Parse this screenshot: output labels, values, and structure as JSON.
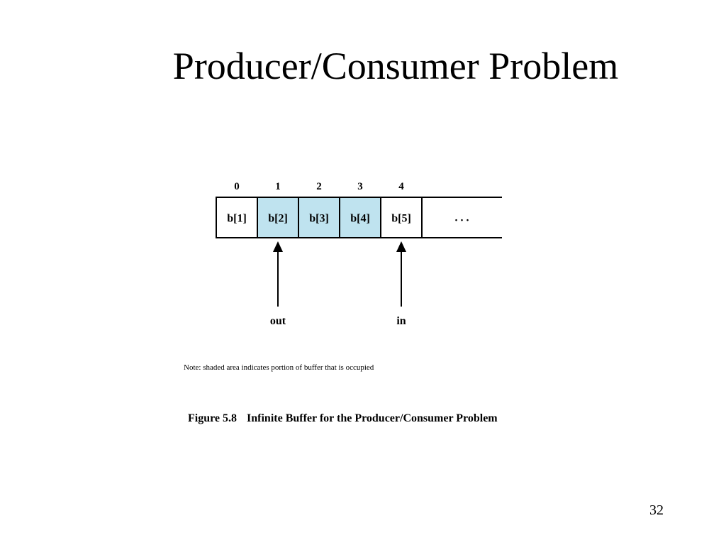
{
  "slide": {
    "title": "Producer/Consumer Problem",
    "page_number": "32"
  },
  "diagram": {
    "index_labels": [
      "0",
      "1",
      "2",
      "3",
      "4"
    ],
    "cells": [
      {
        "label": "b[1]",
        "occupied": false
      },
      {
        "label": "b[2]",
        "occupied": true
      },
      {
        "label": "b[3]",
        "occupied": true
      },
      {
        "label": "b[4]",
        "occupied": true
      },
      {
        "label": "b[5]",
        "occupied": false
      }
    ],
    "continuation": ". . .",
    "pointers": [
      {
        "label": "out",
        "index": 1
      },
      {
        "label": "in",
        "index": 4
      }
    ],
    "colors": {
      "occupied": "#bfe3ef",
      "empty": "#ffffff",
      "stroke": "#000000"
    }
  },
  "note": "Note: shaded area indicates portion of buffer that is occupied",
  "figure": {
    "label": "Figure 5.8",
    "title": "Infinite Buffer for the Producer/Consumer Problem"
  }
}
